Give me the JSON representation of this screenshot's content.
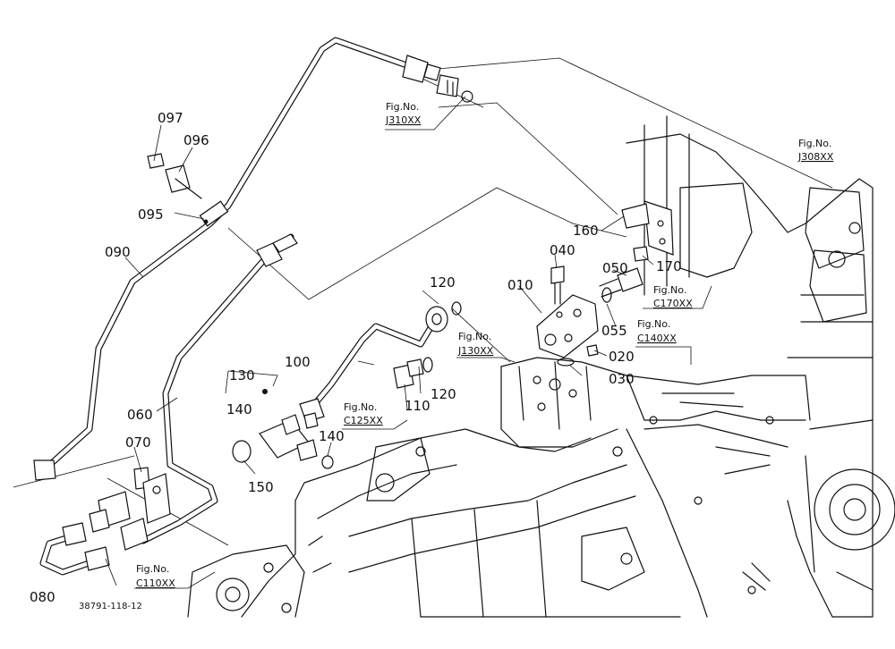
{
  "drawing_id": "38791-118-12",
  "parts": [
    {
      "key": "p010",
      "label": "010"
    },
    {
      "key": "p020",
      "label": "020"
    },
    {
      "key": "p030",
      "label": "030"
    },
    {
      "key": "p040",
      "label": "040"
    },
    {
      "key": "p050",
      "label": "050"
    },
    {
      "key": "p055",
      "label": "055"
    },
    {
      "key": "p060",
      "label": "060"
    },
    {
      "key": "p070",
      "label": "070"
    },
    {
      "key": "p080",
      "label": "080"
    },
    {
      "key": "p090",
      "label": "090"
    },
    {
      "key": "p095",
      "label": "095"
    },
    {
      "key": "p096",
      "label": "096"
    },
    {
      "key": "p097",
      "label": "097"
    },
    {
      "key": "p100",
      "label": "100"
    },
    {
      "key": "p110",
      "label": "110"
    },
    {
      "key": "p120a",
      "label": "120"
    },
    {
      "key": "p120b",
      "label": "120"
    },
    {
      "key": "p130",
      "label": "130"
    },
    {
      "key": "p140a",
      "label": "140"
    },
    {
      "key": "p140b",
      "label": "140"
    },
    {
      "key": "p150",
      "label": "150"
    },
    {
      "key": "p160",
      "label": "160"
    },
    {
      "key": "p170",
      "label": "170"
    }
  ],
  "figure_refs": [
    {
      "key": "j310",
      "label": "Fig.No.",
      "ref": "J310XX"
    },
    {
      "key": "j308",
      "label": "Fig.No.",
      "ref": "J308XX"
    },
    {
      "key": "c170",
      "label": "Fig.No.",
      "ref": "C170XX"
    },
    {
      "key": "c140",
      "label": "Fig.No.",
      "ref": "C140XX"
    },
    {
      "key": "j130",
      "label": "Fig.No.",
      "ref": "J130XX"
    },
    {
      "key": "c125",
      "label": "Fig.No.",
      "ref": "C125XX"
    },
    {
      "key": "c110",
      "label": "Fig.No.",
      "ref": "C110XX"
    }
  ]
}
